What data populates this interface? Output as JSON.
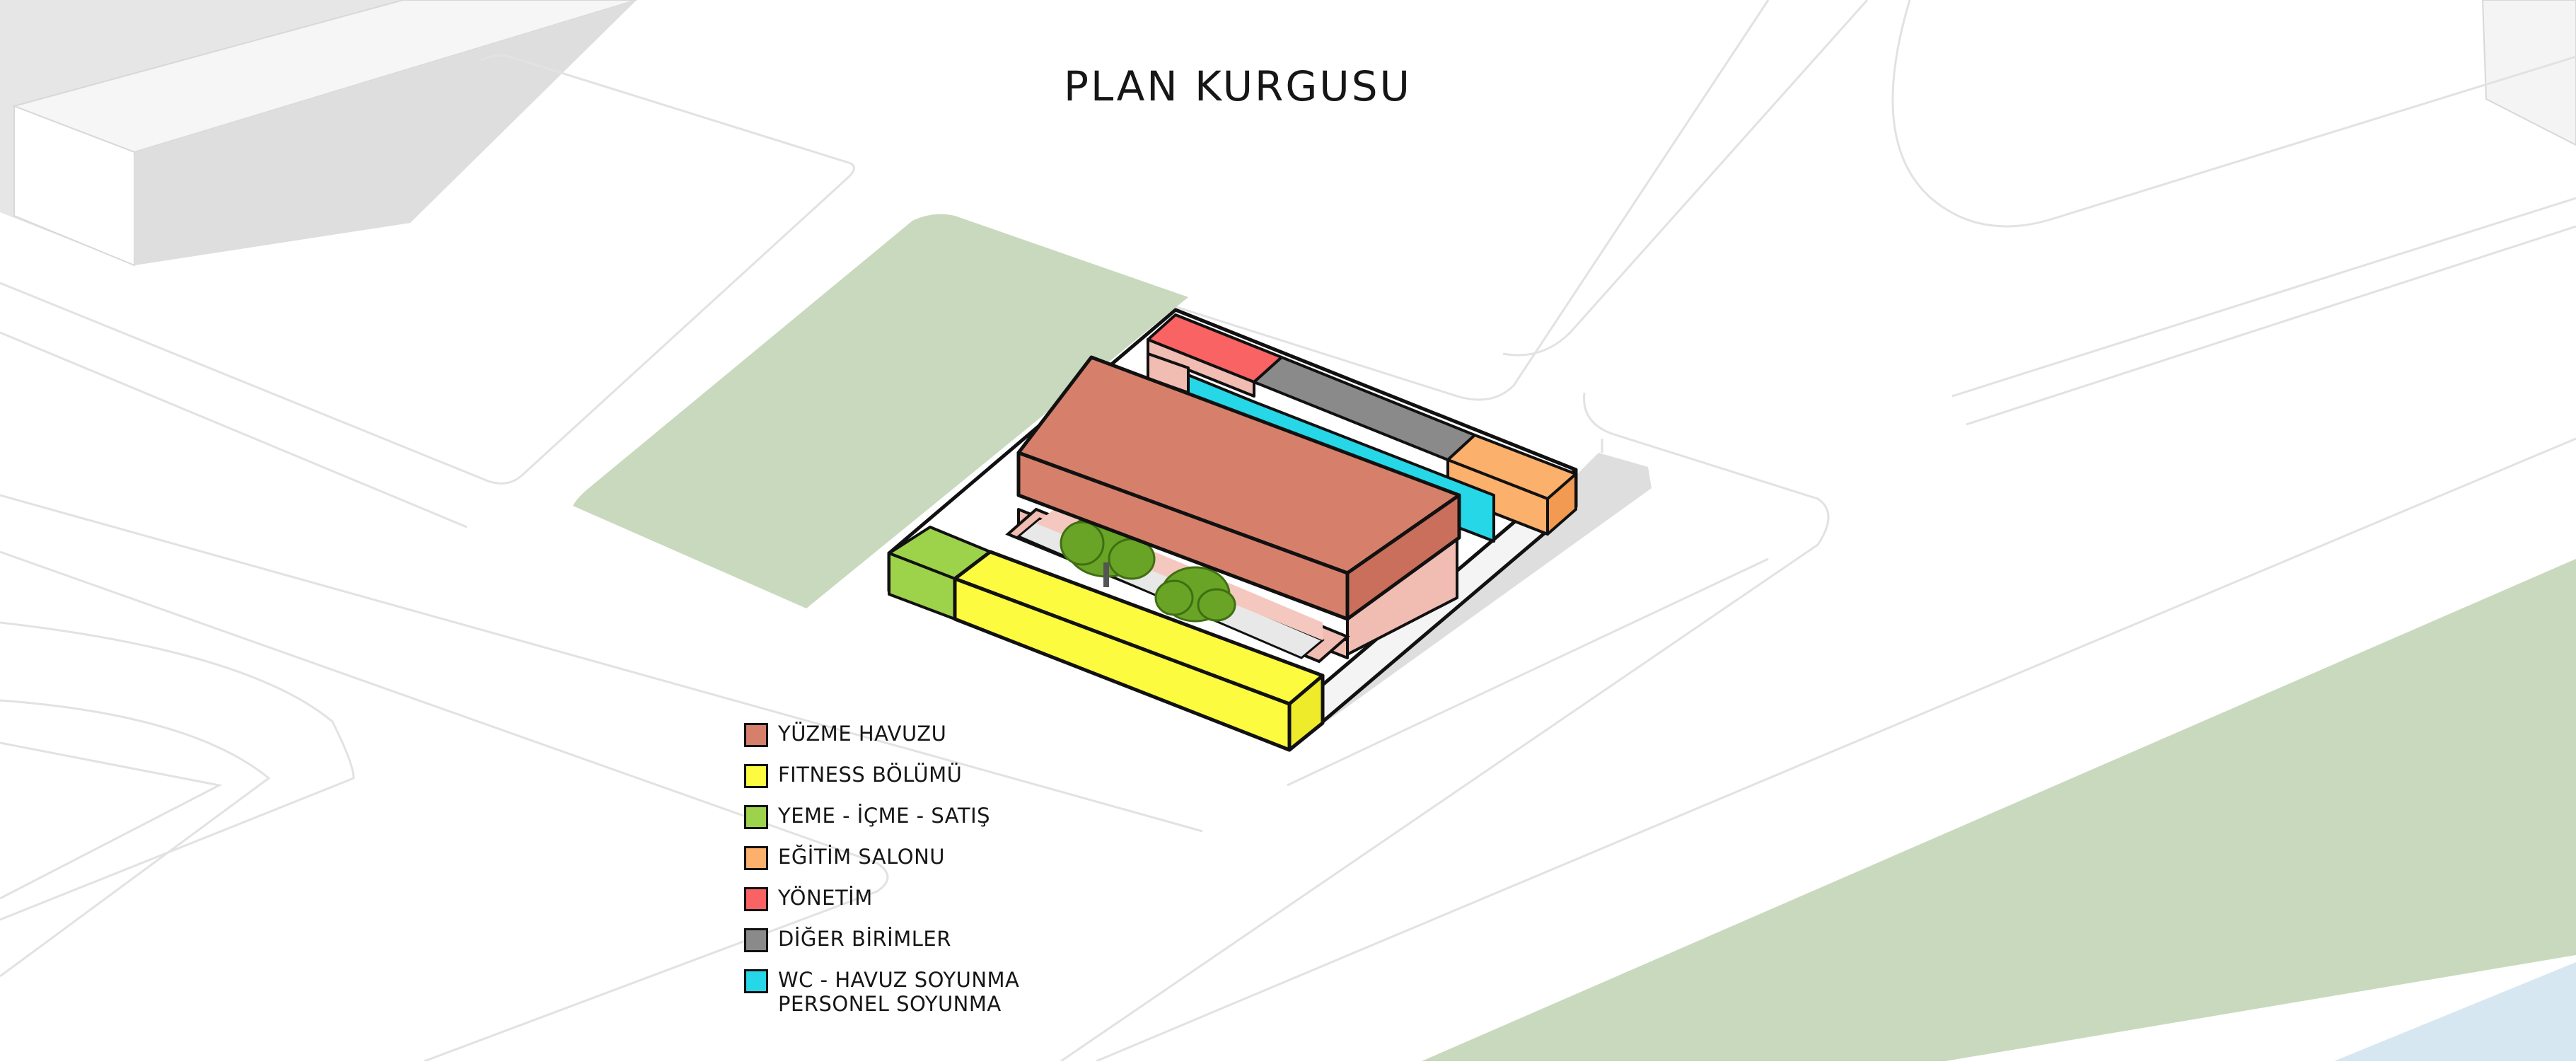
{
  "title": "PLAN KURGUSU",
  "colors": {
    "pool": "#d6806b",
    "pool_side": "#c96f5b",
    "fitness": "#fdfb3f",
    "food": "#9dd34a",
    "education": "#fbb06c",
    "management": "#fa6363",
    "other": "#8a8a8a",
    "wc": "#26d7e7",
    "pink": "#f1bcb2",
    "green_area": "#c9d9bd",
    "tree": "#6aa426",
    "shadow": "#dcdcdc",
    "road_line": "#e2e2e2",
    "building_grey": "#d9d9d9"
  },
  "legend": {
    "items": [
      {
        "key": "pool",
        "label": "YÜZME HAVUZU",
        "color": "#d6806b"
      },
      {
        "key": "fitness",
        "label": "FITNESS BÖLÜMÜ",
        "color": "#fdfb3f"
      },
      {
        "key": "food",
        "label": "YEME - İÇME - SATIŞ",
        "color": "#9dd34a"
      },
      {
        "key": "education",
        "label": "EĞİTİM SALONU",
        "color": "#fbb06c"
      },
      {
        "key": "management",
        "label": "YÖNETİM",
        "color": "#fa6363"
      },
      {
        "key": "other",
        "label": "DİĞER BİRİMLER",
        "color": "#8a8a8a"
      },
      {
        "key": "wc",
        "label": "WC - HAVUZ SOYUNMA",
        "label2": "PERSONEL SOYUNMA",
        "color": "#26d7e7"
      }
    ]
  }
}
